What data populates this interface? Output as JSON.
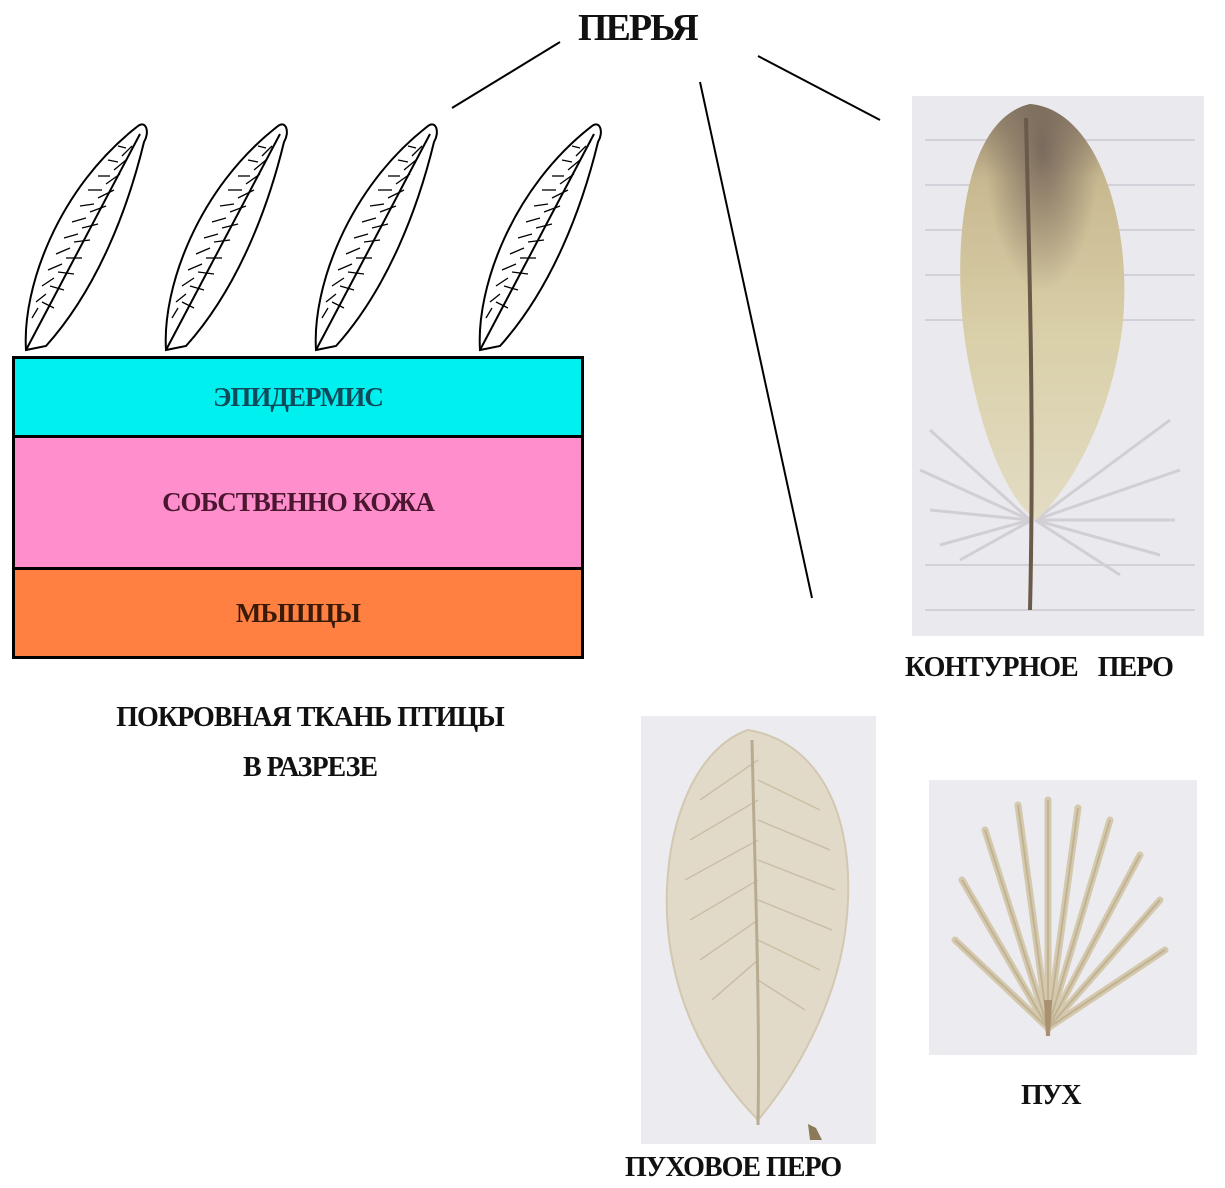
{
  "title": "ПЕРЬЯ",
  "layers": {
    "epidermis": "ЭПИДЕРМИС",
    "dermis": "СОБСТВЕННО КОЖА",
    "muscle": "МЫШЦЫ"
  },
  "colors": {
    "epidermis": "#00f0f0",
    "dermis": "#ff8fcc",
    "muscle": "#ff8040"
  },
  "caption": {
    "line1": "ПОКРОВНАЯ ТКАНЬ ПТИЦЫ",
    "line2": "В РАЗРЕЗЕ"
  },
  "feather_labels": {
    "contour": "КОНТУРНОЕ ПЕРО",
    "down_feather": "ПУХОВОЕ ПЕРО",
    "down": "ПУХ"
  }
}
